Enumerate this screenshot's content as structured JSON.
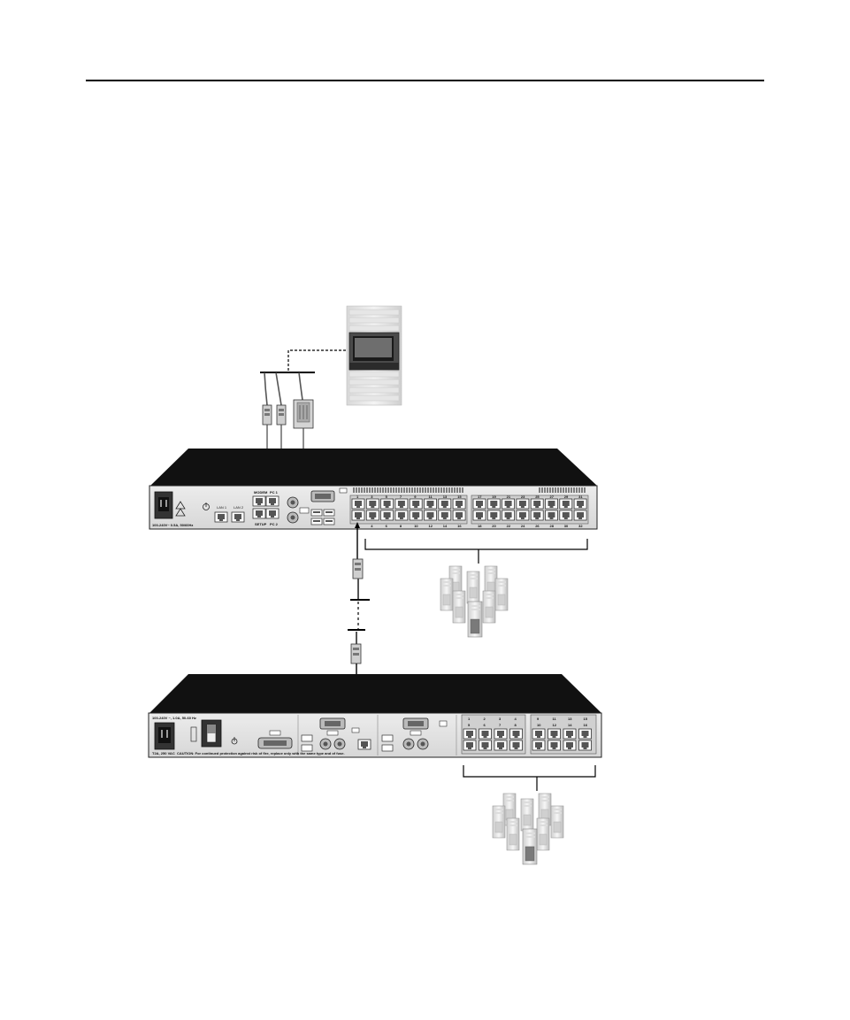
{
  "page": {
    "has_header_rule": true
  },
  "upper_switch": {
    "power_label": "100-240V~ 0.5A, 50/60Hz",
    "modem_label": "MODEM",
    "pc1_label": "PC 1",
    "setup_label": "SETUP",
    "pc2_label": "PC 2",
    "lan1_label": "LAN 1",
    "lan2_label": "LAN 2",
    "port_numbers_top_a": [
      "1",
      "3",
      "5",
      "7",
      "9",
      "11",
      "13",
      "15"
    ],
    "port_numbers_bottom_a": [
      "2",
      "4",
      "6",
      "8",
      "10",
      "12",
      "14",
      "16"
    ],
    "port_numbers_top_b": [
      "17",
      "19",
      "21",
      "23",
      "25",
      "27",
      "29",
      "31"
    ],
    "port_numbers_bottom_b": [
      "18",
      "20",
      "22",
      "24",
      "26",
      "28",
      "30",
      "32"
    ]
  },
  "lower_switch": {
    "power_label": "100-240V ~, 1.0A, 50-60 Hz",
    "fuse_label": "T2A, 250 VAC",
    "caution_text": "CAUTION: For continued protection against risk of fire, replace only with the same type and of fuse.",
    "port_numbers_top_a": [
      "1",
      "2",
      "3",
      "4"
    ],
    "port_numbers_bottom_a": [
      "5",
      "6",
      "7",
      "8"
    ],
    "port_numbers_top_b": [
      "9",
      "11",
      "13",
      "15"
    ],
    "port_numbers_bottom_b": [
      "10",
      "12",
      "14",
      "16"
    ]
  },
  "icons": {
    "console": "rack-console-icon",
    "servers_upper": "server-group-icon",
    "servers_lower": "server-group-icon",
    "warning": "warning-triangle-icon",
    "power": "power-icon"
  }
}
